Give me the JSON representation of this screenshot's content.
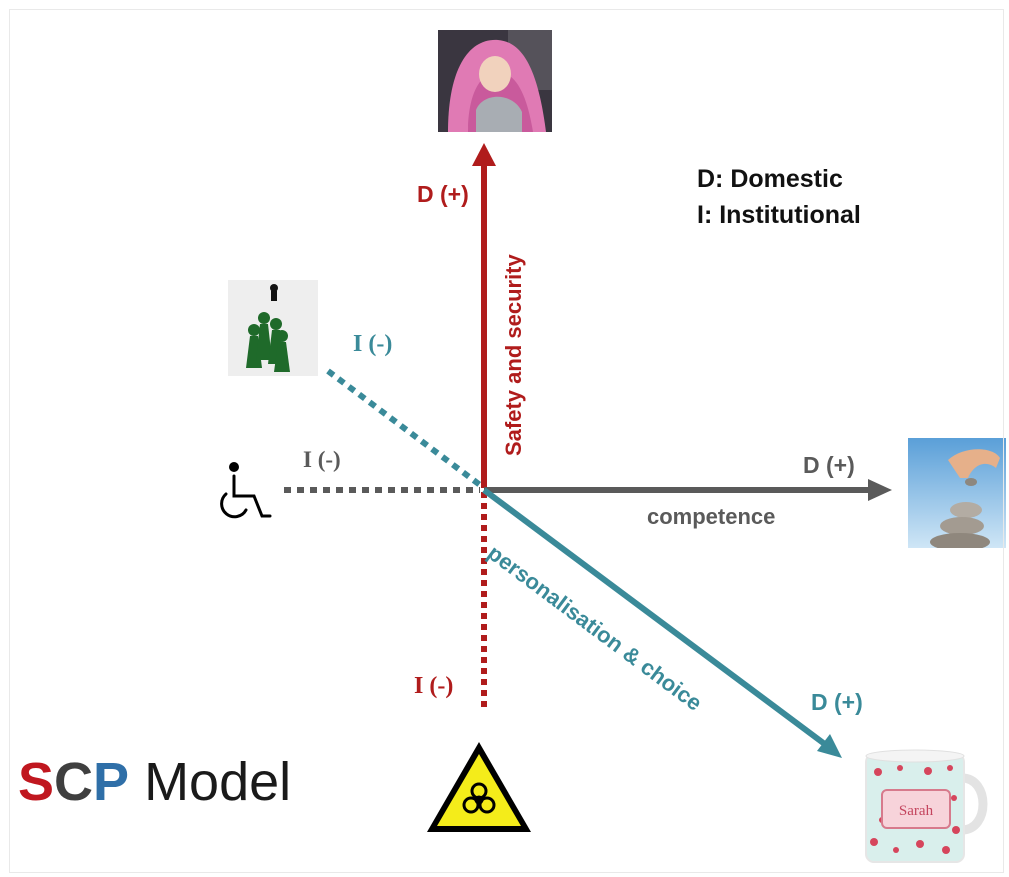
{
  "legend": {
    "domestic": "D: Domestic",
    "institutional": "I: Institutional"
  },
  "axes": {
    "safety": {
      "label": "Safety and security",
      "positive": "D (+)",
      "negative": "I (-)",
      "color": "#b01c1c"
    },
    "competence": {
      "label": "competence",
      "positive": "D (+)",
      "negative": "I (-)",
      "color": "#5a5a5a"
    },
    "personalisation": {
      "label": "personalisation & choice",
      "positive": "D (+)",
      "negative": "I (-)",
      "color": "#3a8a99"
    }
  },
  "title": {
    "s": "S",
    "c": "C",
    "p": "P",
    "rest": " Model",
    "s_color": "#c0171f",
    "c_color": "#3f3f3f",
    "p_color": "#2f6fa8"
  },
  "images": {
    "top": "child-car-seat-photo",
    "upper_left": "green-game-pieces-photo",
    "left": "wheelchair-icon",
    "right": "balancing-stones-photo",
    "bottom": "biohazard-warning-icon",
    "bottom_right": "floral-mug-photo",
    "mug_text": "Sarah"
  }
}
